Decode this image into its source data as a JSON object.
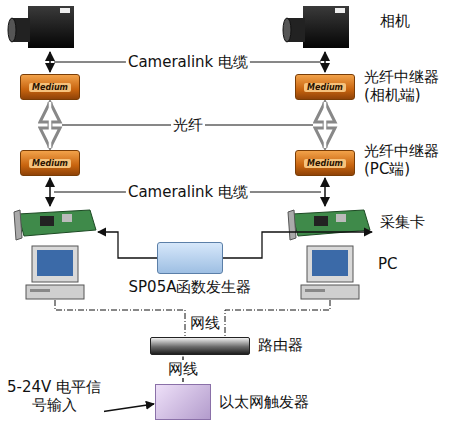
{
  "diagram": {
    "nodes": [
      {
        "text": [
          "Medium"
        ]
      },
      {
        "text": [
          "Medium"
        ]
      },
      {
        "text": [
          "Medium"
        ]
      },
      {
        "text": [
          "Medium"
        ]
      },
      {
        "text": [
          "SP05A函数发生器"
        ]
      },
      {
        "text": [
          "路由器"
        ]
      },
      {
        "text": [
          "以太网触发器"
        ]
      }
    ],
    "edges": [
      {
        "from": 0,
        "to": 2,
        "arrow": "both"
      },
      {
        "from": 1,
        "to": 3,
        "arrow": "both"
      },
      {
        "from": 5,
        "to": 6,
        "label": "网线",
        "arrow": "none"
      }
    ],
    "labels": [
      "相机",
      "Cameralink 电缆",
      "光纤中继器 (相机端)",
      "光纤",
      "光纤中继器 (PC端)",
      "Cameralink 电缆",
      "采集卡",
      "PC",
      "网线",
      "5-24V 电平信号输入"
    ]
  }
}
